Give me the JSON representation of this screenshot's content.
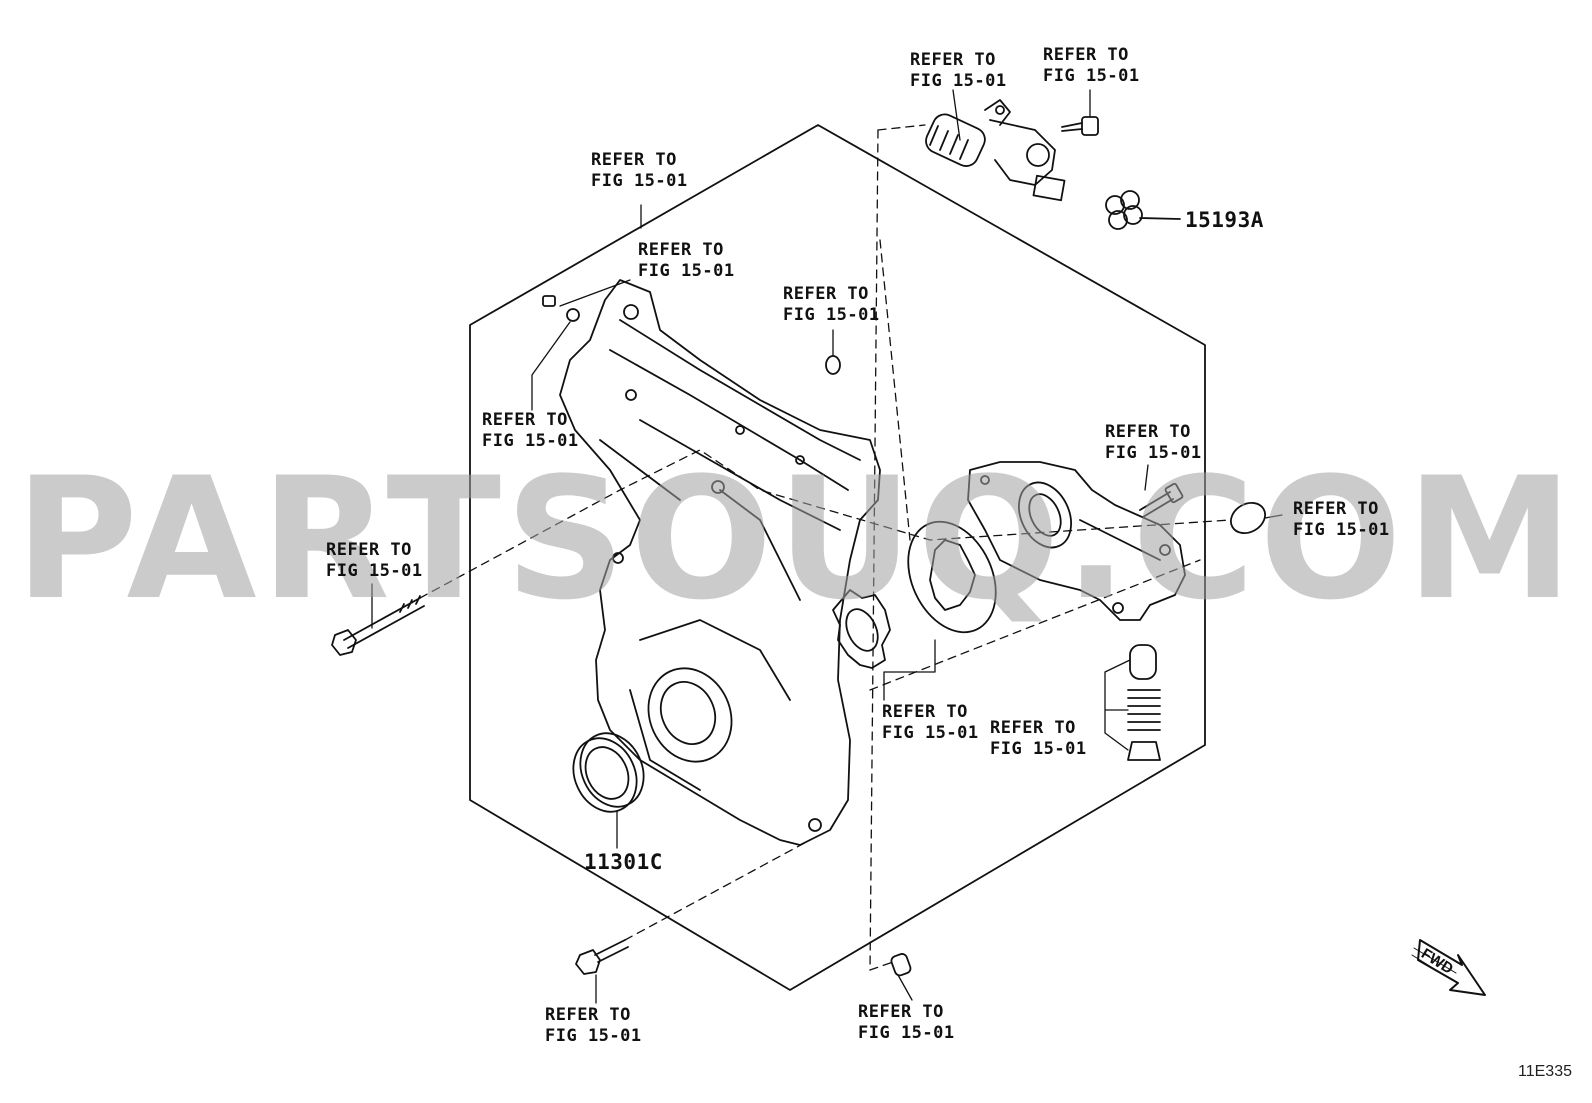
{
  "watermark": "PARTSOUQ.COM",
  "refer_line1": "REFER TO",
  "refer_line2": "FIG 15-01",
  "part_numbers": {
    "oring_set": "15193A",
    "oil_seal": "11301C"
  },
  "fwd_label": "FWD",
  "illustration_code": "11E335",
  "colors": {
    "line": "#111111",
    "watermark": "#a0a0a0"
  }
}
